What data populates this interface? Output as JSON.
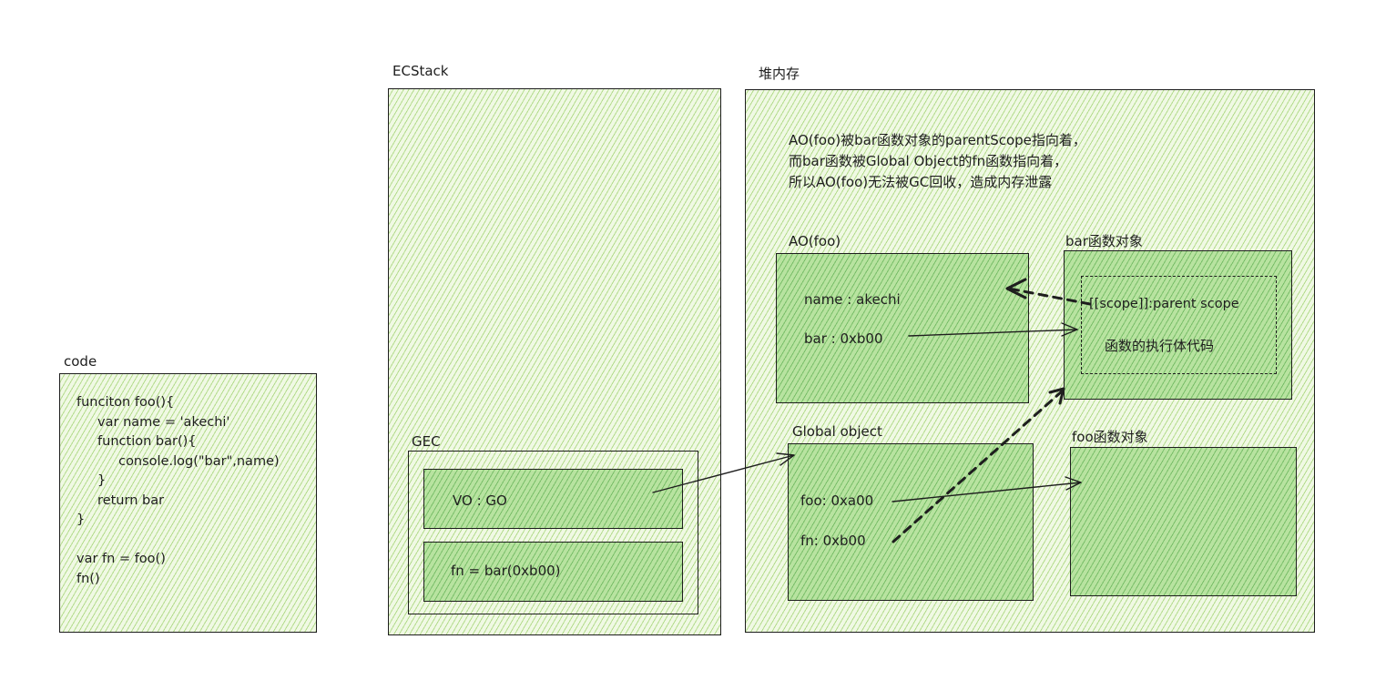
{
  "code": {
    "title": "code",
    "lines": [
      "funciton foo(){",
      "     var name = 'akechi'",
      "     function bar(){",
      "          console.log(\"bar\",name)",
      "     }",
      "     return bar",
      "}",
      "",
      "var fn = foo()",
      "fn()"
    ]
  },
  "ecstack": {
    "title": "ECStack",
    "gec": {
      "title": "GEC",
      "vo": "VO : GO",
      "fn": "fn = bar(0xb00)"
    }
  },
  "heap": {
    "title": "堆内存",
    "note": [
      "AO(foo)被bar函数对象的parentScope指向着，",
      "而bar函数被Global Object的fn函数指向着，",
      "所以AO(foo)无法被GC回收，造成内存泄露"
    ],
    "ao_foo": {
      "title": "AO(foo)",
      "name": "name : akechi",
      "bar": "bar : 0xb00"
    },
    "bar_obj": {
      "title": "bar函数对象",
      "scope": "[[scope]]:parent scope",
      "body": "函数的执行体代码"
    },
    "global_obj": {
      "title": "Global object",
      "foo": "foo: 0xa00",
      "fn": "fn: 0xb00"
    },
    "foo_obj": {
      "title": "foo函数对象"
    }
  },
  "colors": {
    "stroke": "#1e1e1e",
    "light_fill": "#f0f9e4",
    "dark_fill": "#b8e3a0"
  }
}
